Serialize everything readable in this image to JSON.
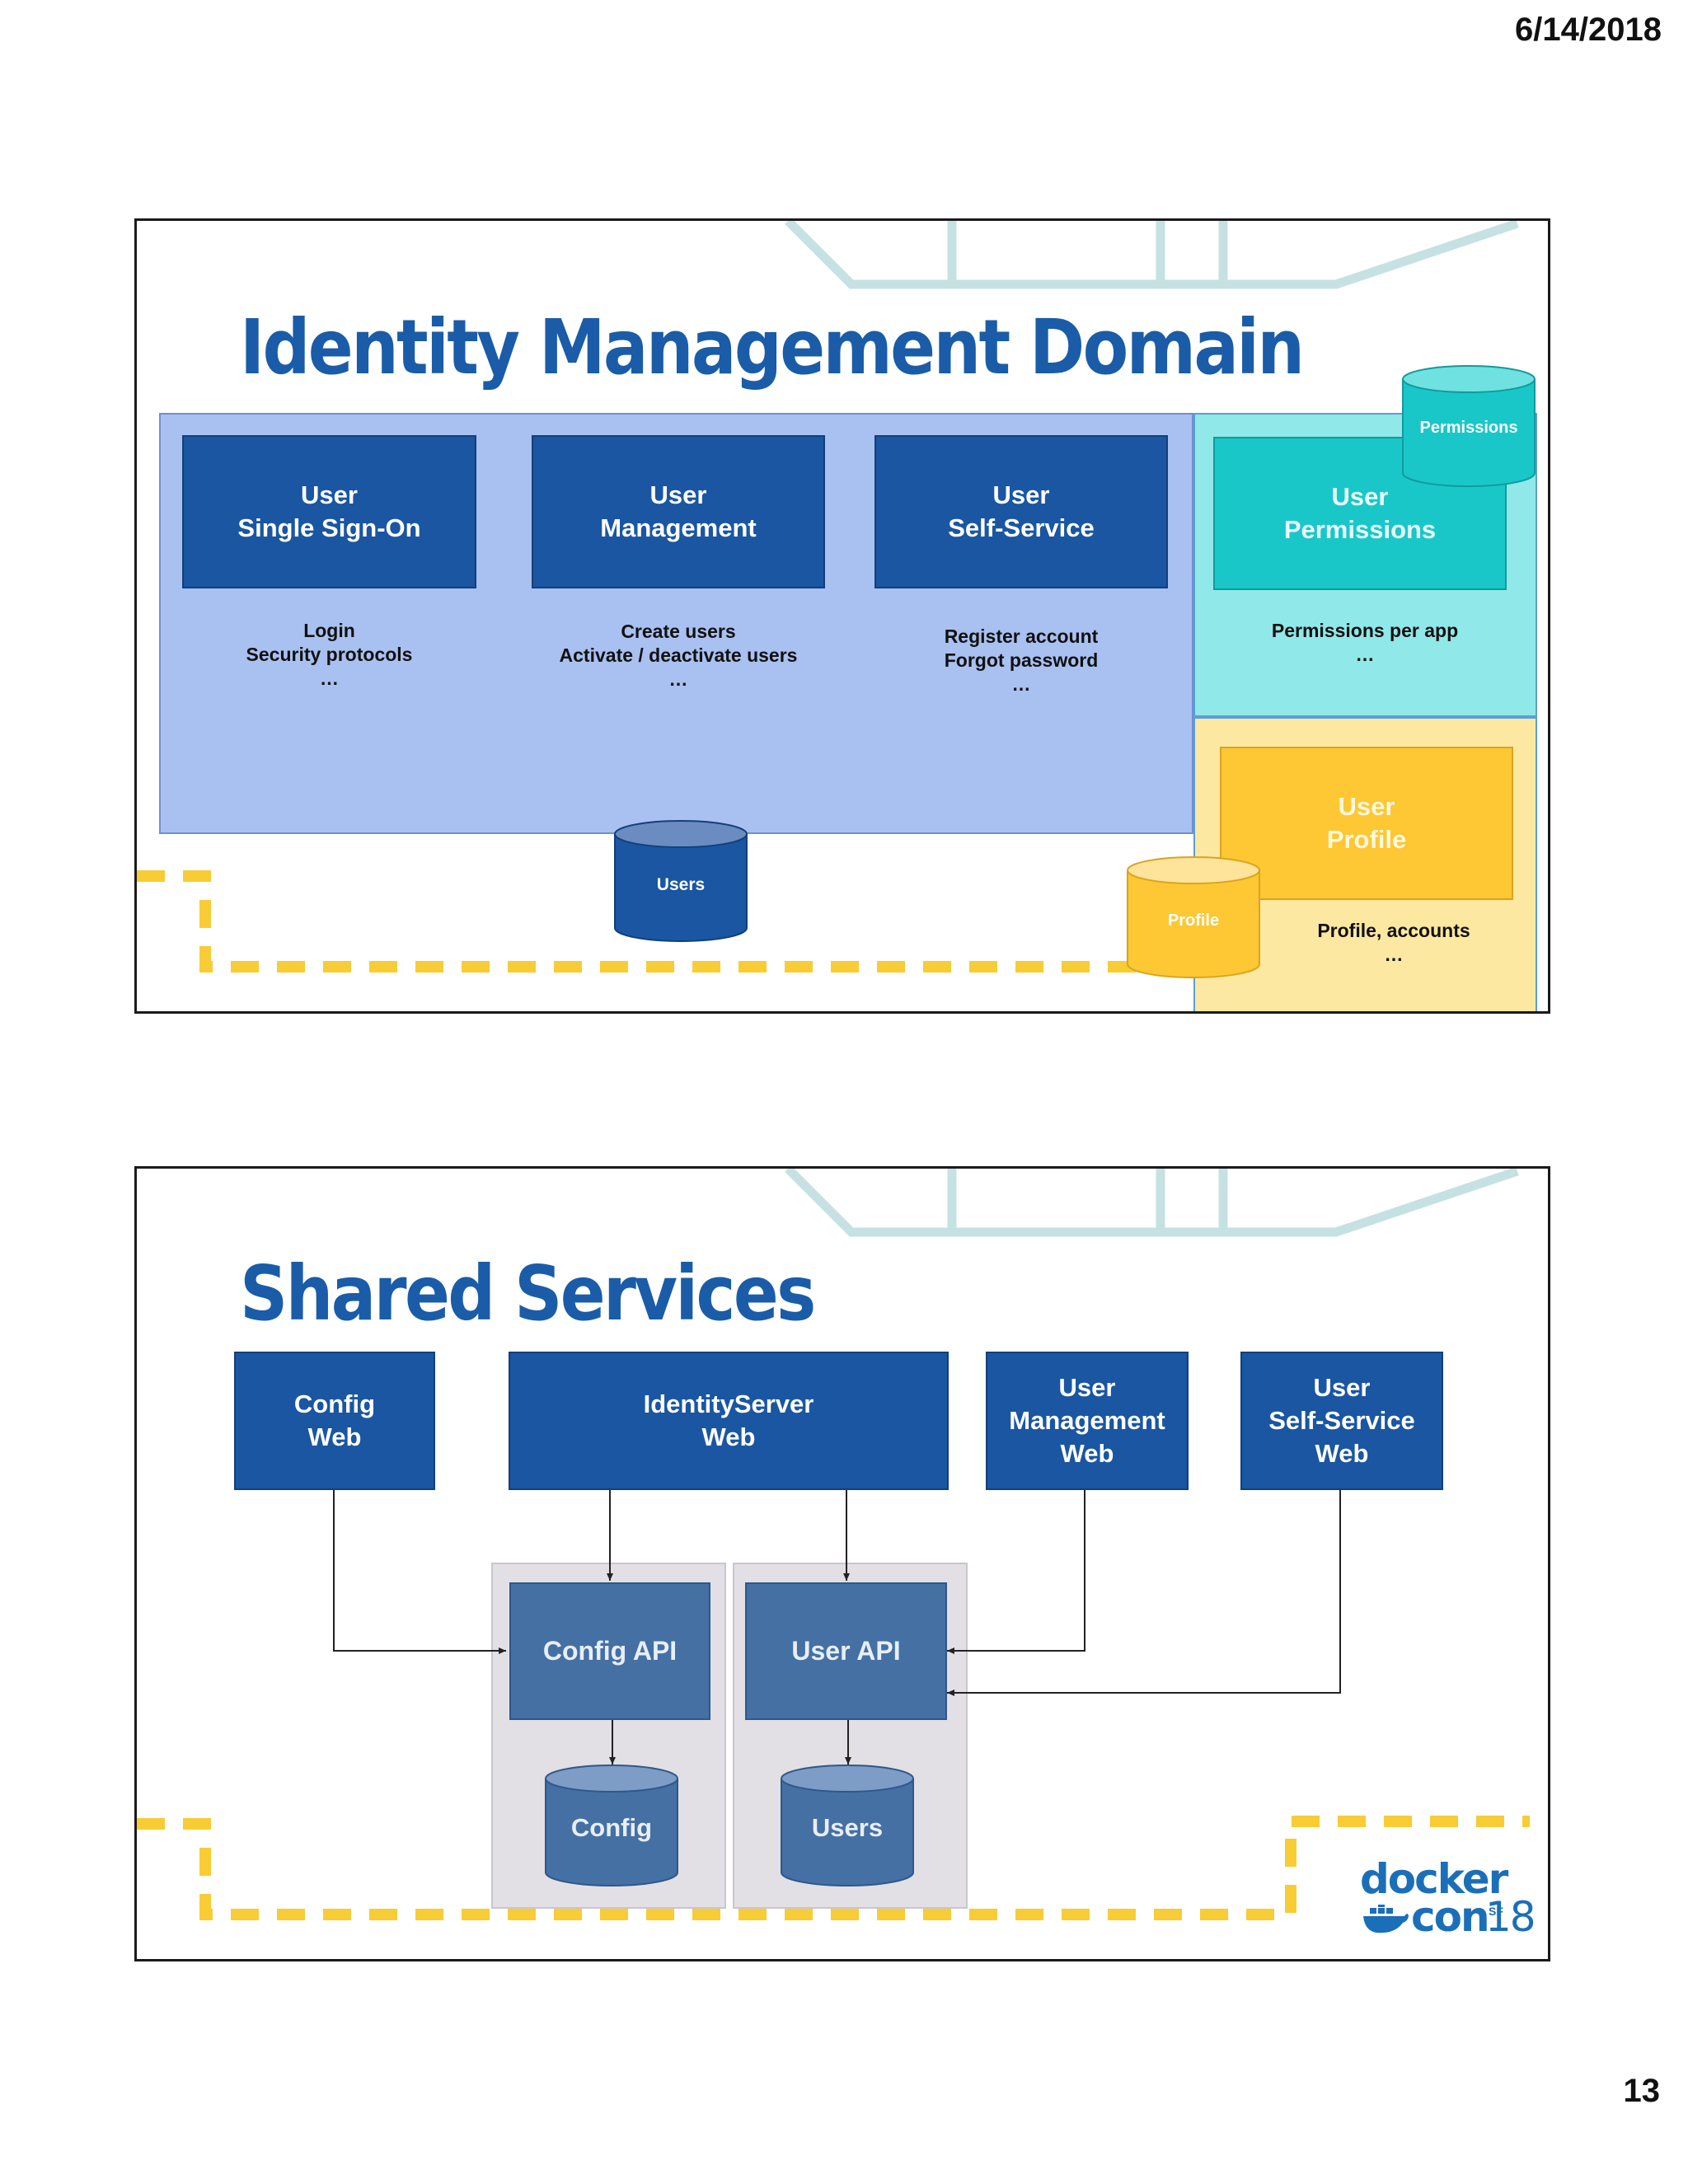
{
  "page": {
    "date": "6/14/2018",
    "page_number": "13"
  },
  "slide1": {
    "title": "Identity Management Domain",
    "services": [
      {
        "name": "User\nSingle Sign-On",
        "desc": "Login\nSecurity protocols\n…"
      },
      {
        "name": "User\nManagement",
        "desc": "Create users\nActivate / deactivate users\n…"
      },
      {
        "name": "User\nSelf-Service",
        "desc": "Register account\nForgot password\n…"
      }
    ],
    "permissions": {
      "name": "User\nPermissions",
      "desc": "Permissions per app\n…",
      "store": "Permissions"
    },
    "profile": {
      "name": "User\nProfile",
      "desc": "Profile, accounts\n…",
      "store": "Profile"
    },
    "users_store": "Users",
    "colors": {
      "main_panel": "#a9c1f1",
      "perm_panel": "#90e8e8",
      "profile_panel": "#fde8a1",
      "dark_blue": "#1a56a2",
      "teal": "#19c7c9",
      "yellow": "#fec734"
    }
  },
  "slide2": {
    "title": "Shared Services",
    "webs": [
      {
        "name": "Config\nWeb"
      },
      {
        "name": "IdentityServer\nWeb"
      },
      {
        "name": "User\nManagement\nWeb"
      },
      {
        "name": "User\nSelf-Service\nWeb"
      }
    ],
    "apis": [
      {
        "name": "Config API",
        "store": "Config"
      },
      {
        "name": "User API",
        "store": "Users"
      }
    ],
    "logo": {
      "line1": "docker",
      "line2": "con",
      "suffix": "18",
      "tag": "SF"
    },
    "colors": {
      "container_bg": "#e2e0e4",
      "api": "#4470a4"
    }
  }
}
